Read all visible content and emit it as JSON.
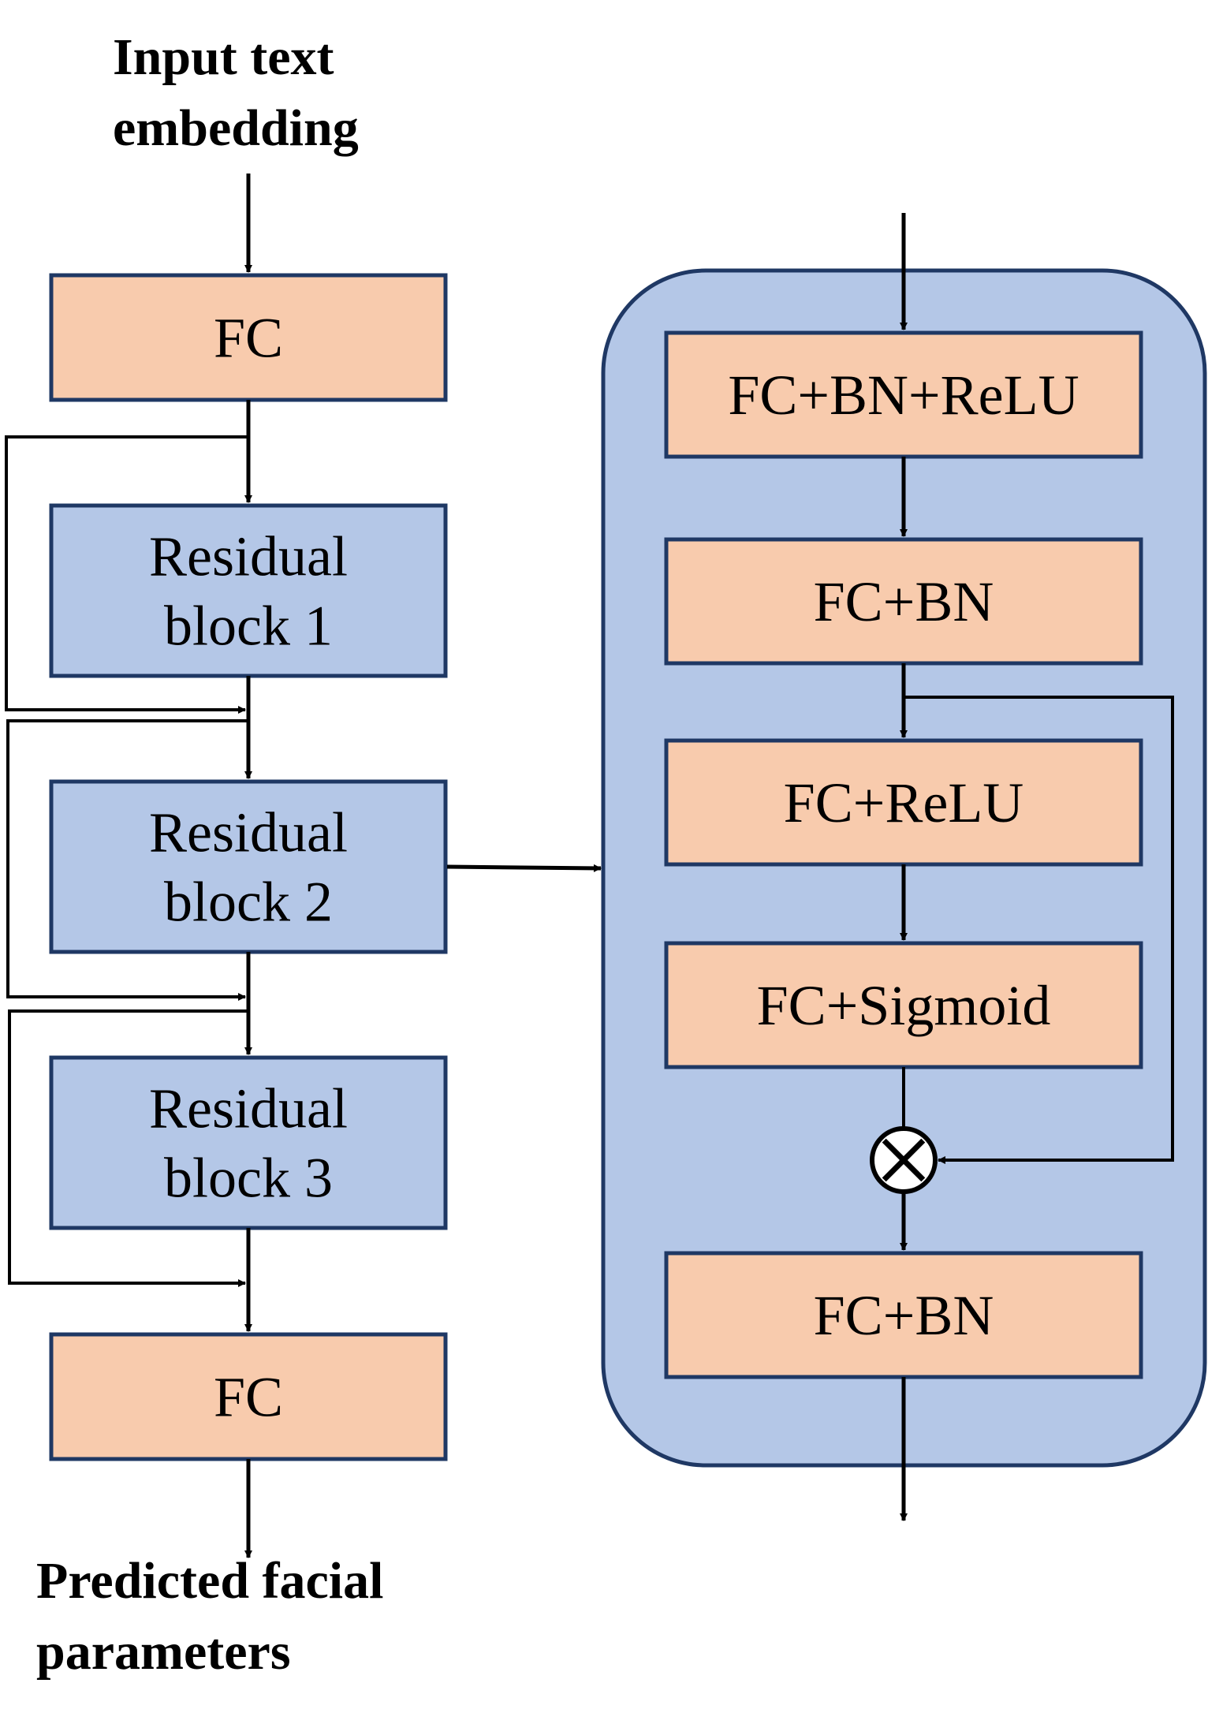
{
  "input_label": [
    "Input text",
    "embedding"
  ],
  "output_label": [
    "Predicted facial",
    "parameters"
  ],
  "left_blocks": [
    {
      "lines": [
        "FC"
      ],
      "kind": "fc"
    },
    {
      "lines": [
        "Residual",
        "block 1"
      ],
      "kind": "res"
    },
    {
      "lines": [
        "Residual",
        "block 2"
      ],
      "kind": "res"
    },
    {
      "lines": [
        "Residual",
        "block 3"
      ],
      "kind": "res"
    },
    {
      "lines": [
        "FC"
      ],
      "kind": "fc"
    }
  ],
  "right_blocks": [
    {
      "lines": [
        "FC+BN+ReLU"
      ]
    },
    {
      "lines": [
        "FC+BN"
      ]
    },
    {
      "lines": [
        "FC+ReLU"
      ]
    },
    {
      "lines": [
        "FC+Sigmoid"
      ]
    },
    {
      "lines": [
        "FC+BN"
      ]
    }
  ],
  "multiply_symbol": "multiply-icon",
  "colors": {
    "fc_fill": "#F8CBAD",
    "res_fill": "#B4C7E7",
    "container_fill": "#B4C7E7",
    "border": "#1F3864",
    "line": "#000000"
  }
}
